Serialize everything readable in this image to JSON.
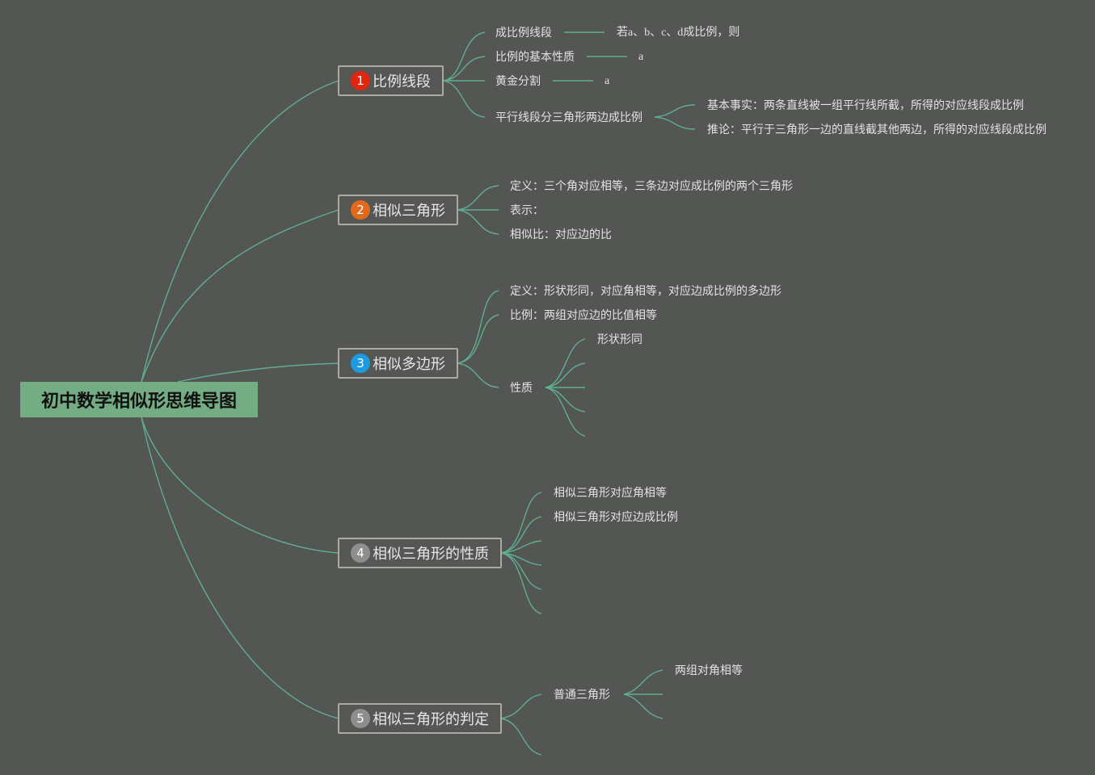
{
  "root": {
    "title": "初中数学相似形思维导图"
  },
  "colors": {
    "background": "#545654",
    "line": "#5fae91",
    "root_fill": "#74ad84",
    "badge1": "#e0260f",
    "badge2": "#e0691c",
    "badge3": "#1e9ae0",
    "badge4": "#8e8f8d",
    "badge5": "#8e8f8d"
  },
  "branches": [
    {
      "num": "1",
      "badge_icon": "red-circle-icon",
      "label": "比例线段",
      "items": [
        {
          "label": "成比例线段",
          "detail": "若a、b、c、d成比例，则"
        },
        {
          "label": "比例的基本性质",
          "detail": "a"
        },
        {
          "label": "黄金分割",
          "detail": "a"
        },
        {
          "label": "平行线段分三角形两边成比例",
          "children": [
            "基本事实：两条直线被一组平行线所截，所得的对应线段成比例",
            "推论：平行于三角形一边的直线截其他两边，所得的对应线段成比例"
          ]
        }
      ]
    },
    {
      "num": "2",
      "badge_icon": "orange-circle-icon",
      "label": "相似三角形",
      "items": [
        {
          "label": "定义：三个角对应相等，三条边对应成比例的两个三角形"
        },
        {
          "label": "表示："
        },
        {
          "label": "相似比：对应边的比"
        }
      ]
    },
    {
      "num": "3",
      "badge_icon": "blue-circle-icon",
      "label": "相似多边形",
      "items": [
        {
          "label": "定义：形状形同，对应角相等，对应边成比例的多边形"
        },
        {
          "label": "比例：两组对应边的比值相等"
        },
        {
          "label": "性质",
          "children": [
            "形状形同"
          ]
        }
      ]
    },
    {
      "num": "4",
      "badge_icon": "gray-circle-icon",
      "label": "相似三角形的性质",
      "items": [
        {
          "label": "相似三角形对应角相等"
        },
        {
          "label": "相似三角形对应边成比例"
        }
      ]
    },
    {
      "num": "5",
      "badge_icon": "gray-circle-icon",
      "label": "相似三角形的判定",
      "items": [
        {
          "label": "普通三角形",
          "children": [
            "两组对角相等"
          ]
        }
      ]
    }
  ]
}
